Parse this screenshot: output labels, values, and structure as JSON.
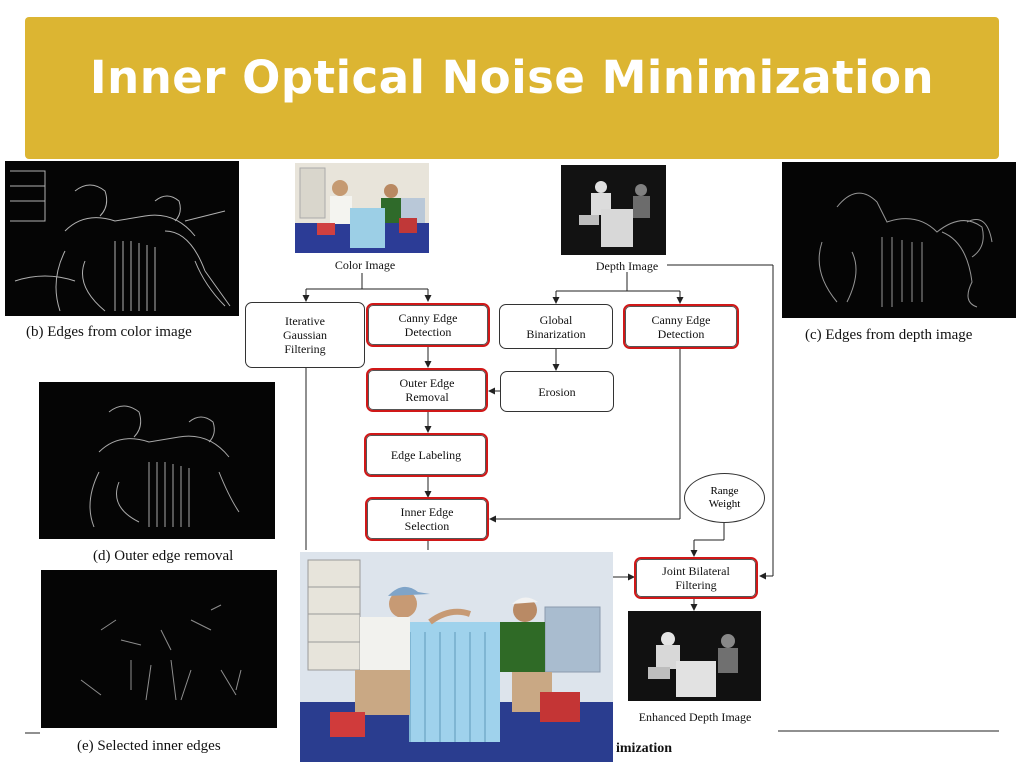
{
  "slide": {
    "title": "Inner Optical Noise Minimization",
    "accent_color": "#dcb532"
  },
  "captions": {
    "b": "(b) Edges from color image",
    "c": "(c) Edges from depth image",
    "d": "(d) Outer edge removal",
    "e": "(e) Selected inner edges",
    "bottom_fragment": "imization"
  },
  "flowchart": {
    "color_image": "Color Image",
    "depth_image": "Depth Image",
    "iterative_gaussian": "Iterative\nGaussian\nFiltering",
    "canny_color": "Canny Edge\nDetection",
    "global_binarization": "Global\nBinarization",
    "canny_depth": "Canny Edge\nDetection",
    "outer_edge_removal": "Outer Edge\nRemoval",
    "erosion": "Erosion",
    "edge_labeling": "Edge Labeling",
    "range_weight": "Range\nWeight",
    "inner_edge_selection": "Inner Edge\nSelection",
    "joint_bilateral": "Joint Bilateral\nFiltering",
    "enhanced_depth": "Enhanced Depth Image"
  }
}
